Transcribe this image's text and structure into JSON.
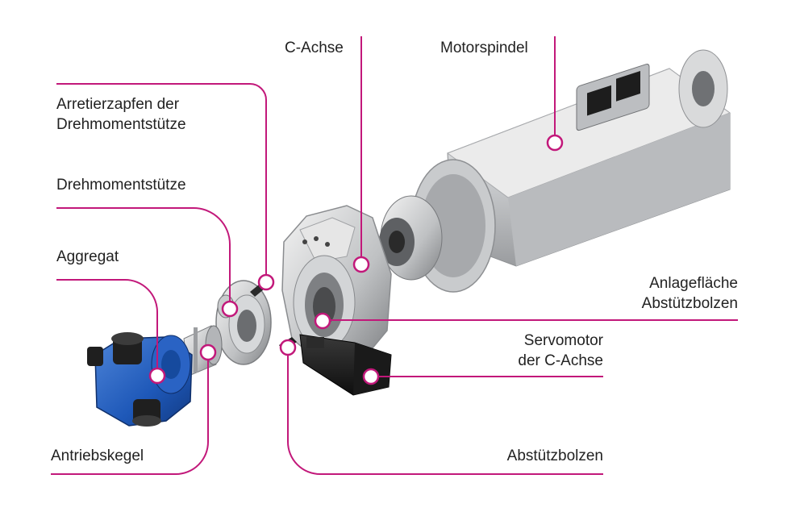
{
  "accent_color": "#c2187a",
  "labels": {
    "c_achse": "C-Achse",
    "motorspindel": "Motorspindel",
    "arretierzapfen_1": "Arretierzapfen der",
    "arretierzapfen_2": "Drehmomentstütze",
    "drehmomentstuetze": "Drehmomentstütze",
    "aggregat": "Aggregat",
    "anlageflaeche_1": "Anlagefläche",
    "anlageflaeche_2": "Abstützbolzen",
    "servomotor_1": "Servomotor",
    "servomotor_2": "der C-Achse",
    "abstuetzbolzen": "Abstützbolzen",
    "antriebskegel": "Antriebskegel"
  }
}
